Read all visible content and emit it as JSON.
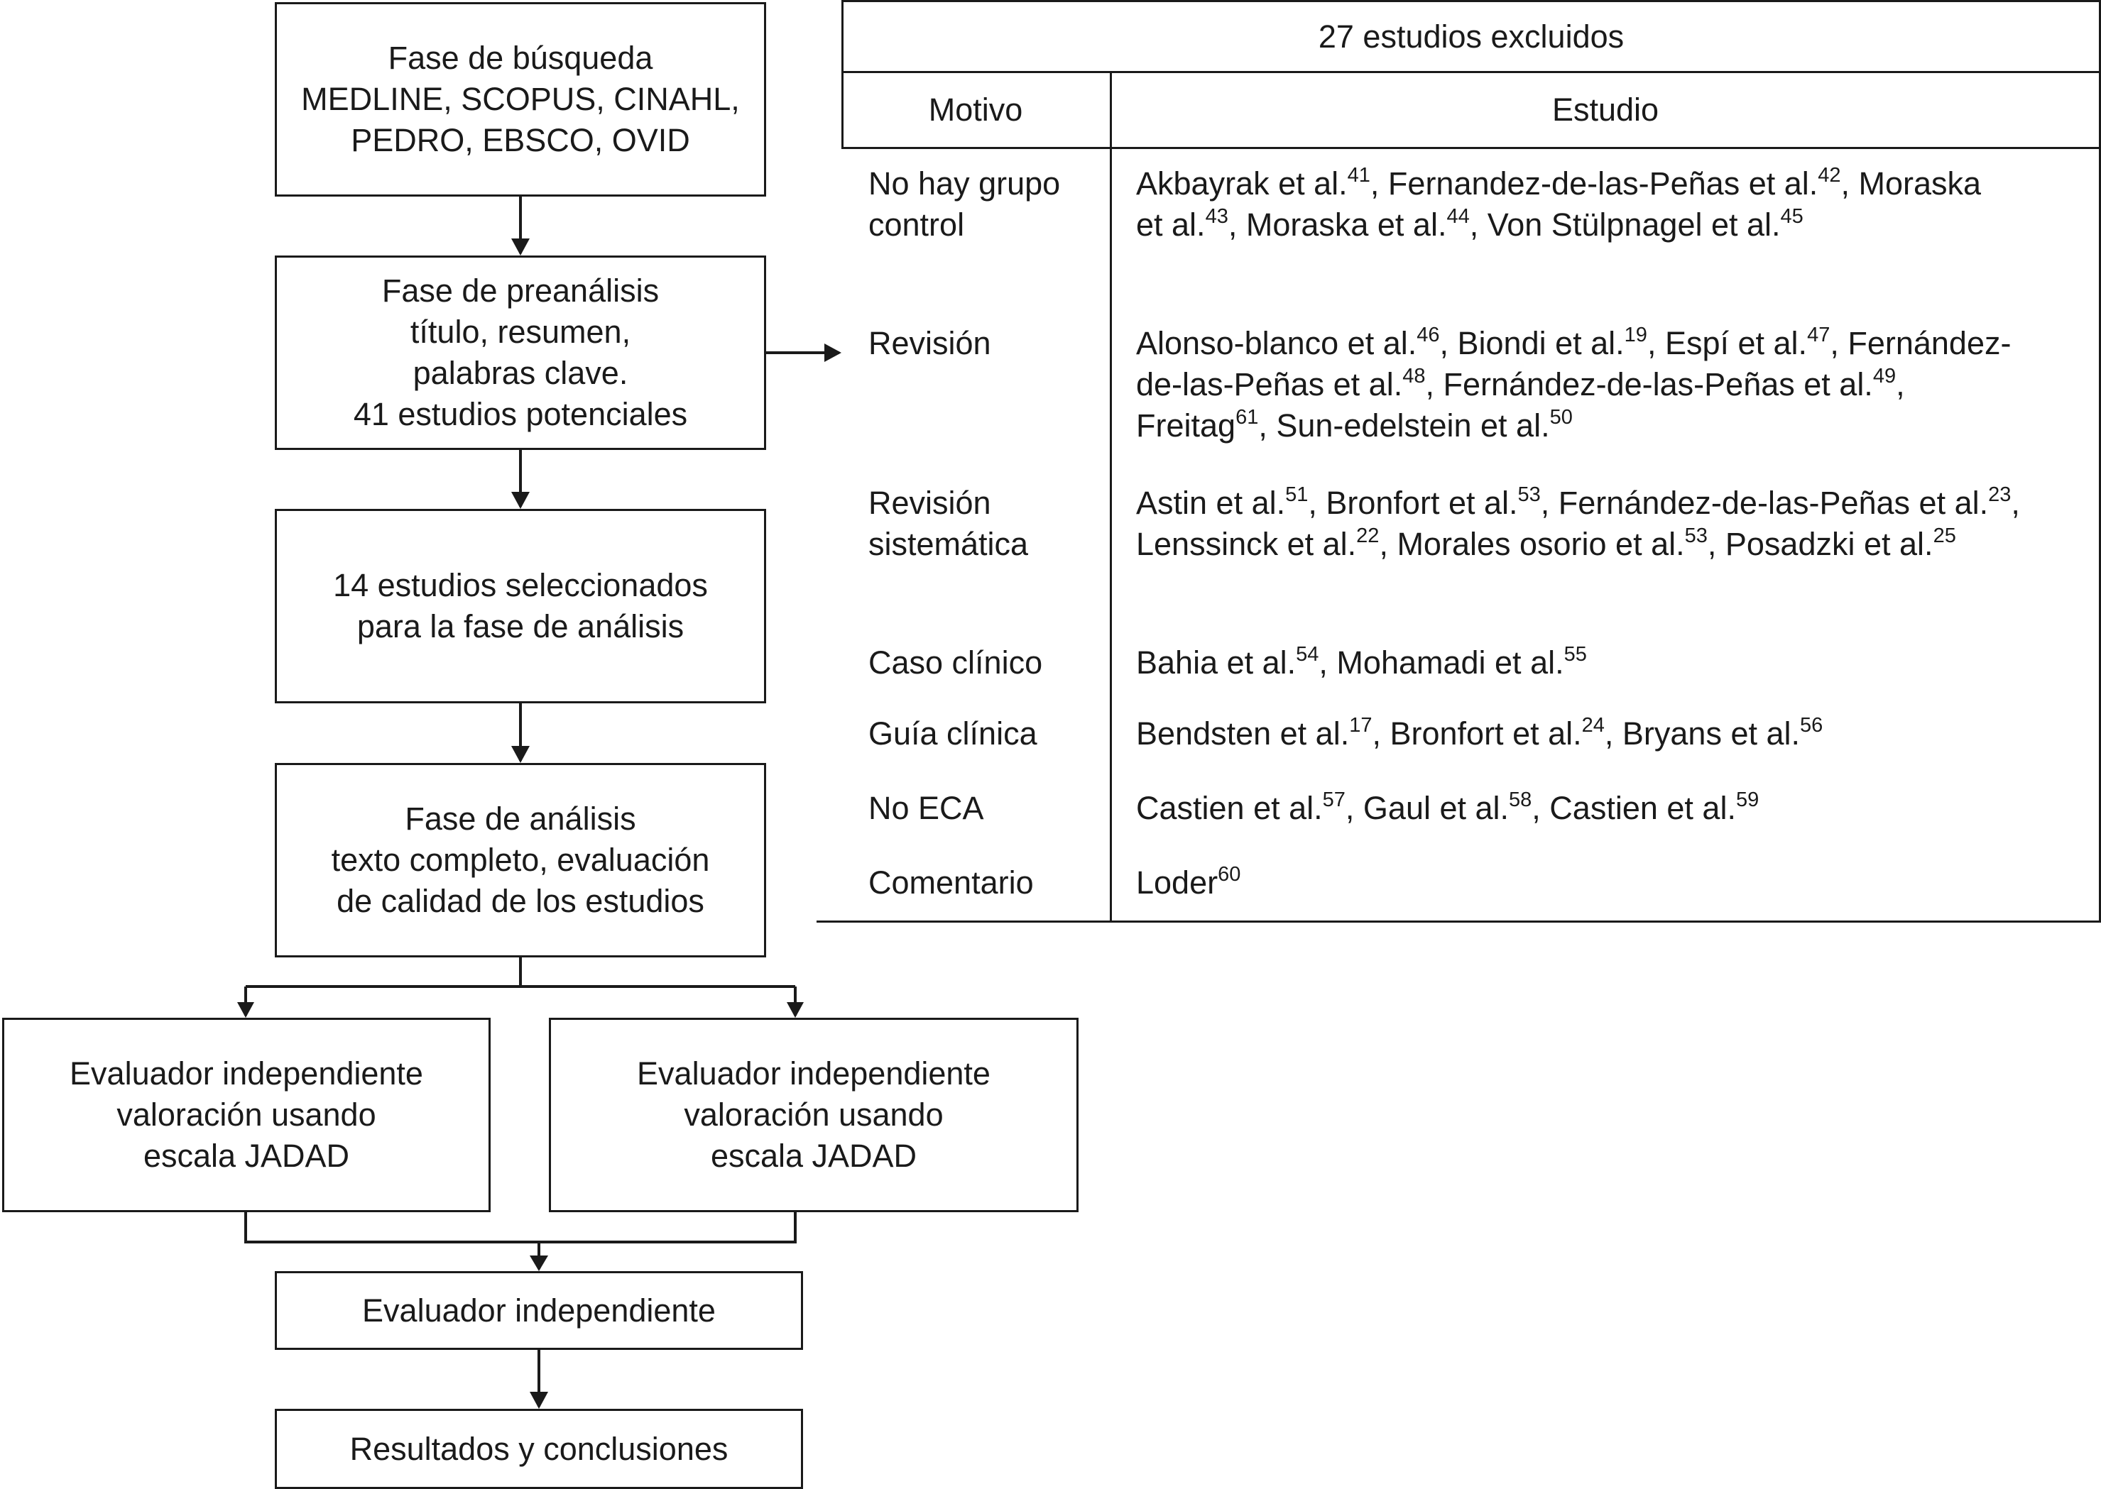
{
  "flow": {
    "search": [
      "Fase de búsqueda",
      "MEDLINE, SCOPUS, CINAHL,",
      "PEDRO, EBSCO, OVID"
    ],
    "prescreen": [
      "Fase de preanálisis",
      "título, resumen,",
      "palabras clave.",
      "41 estudios potenciales"
    ],
    "selected": [
      "14 estudios seleccionados",
      "para la fase de análisis"
    ],
    "analysis": [
      "Fase de análisis",
      "texto completo, evaluación",
      "de calidad de los estudios"
    ],
    "evaluator_left": [
      "Evaluador independiente",
      "valoración usando",
      "escala JADAD"
    ],
    "evaluator_right": [
      "Evaluador independiente",
      "valoración usando",
      "escala JADAD"
    ],
    "evaluator_final": [
      "Evaluador independiente"
    ],
    "results": [
      "Resultados y conclusiones"
    ]
  },
  "excluded": {
    "title": "27 estudios excluidos",
    "col_motivo": "Motivo",
    "col_estudio": "Estudio",
    "rows": [
      {
        "motivo": [
          "No hay grupo",
          "control"
        ],
        "estudio": [
          [
            [
              "Akbayrak et al.",
              "41"
            ],
            [
              ", Fernandez-de-las-Peñas et al.",
              "42"
            ],
            [
              ", Moraska",
              ""
            ]
          ],
          [
            [
              "et al.",
              "43"
            ],
            [
              ", Moraska et al.",
              "44"
            ],
            [
              ", Von Stülpnagel et al.",
              "45"
            ]
          ]
        ]
      },
      {
        "motivo": [
          "Revisión"
        ],
        "estudio": [
          [
            [
              "Alonso-blanco et al.",
              "46"
            ],
            [
              ", Biondi et al.",
              "19"
            ],
            [
              ", Espí et al.",
              "47"
            ],
            [
              ", Fernández-",
              ""
            ]
          ],
          [
            [
              "de-las-Peñas et al.",
              "48"
            ],
            [
              ", Fernández-de-las-Peñas et al.",
              "49"
            ],
            [
              ",",
              ""
            ]
          ],
          [
            [
              "Freitag",
              "61"
            ],
            [
              ", Sun-edelstein et al.",
              "50"
            ]
          ]
        ]
      },
      {
        "motivo": [
          "Revisión",
          "sistemática"
        ],
        "estudio": [
          [
            [
              "Astin et al.",
              "51"
            ],
            [
              ", Bronfort et al.",
              "53"
            ],
            [
              ", Fernández-de-las-Peñas et al.",
              "23"
            ],
            [
              ",",
              ""
            ]
          ],
          [
            [
              "Lenssinck et al.",
              "22"
            ],
            [
              ", Morales osorio et al.",
              "53"
            ],
            [
              ", Posadzki et al.",
              "25"
            ]
          ]
        ]
      },
      {
        "motivo": [
          "Caso clínico"
        ],
        "estudio": [
          [
            [
              "Bahia et al.",
              "54"
            ],
            [
              ", Mohamadi et al.",
              "55"
            ]
          ]
        ]
      },
      {
        "motivo": [
          "Guía clínica"
        ],
        "estudio": [
          [
            [
              "Bendsten et al.",
              "17"
            ],
            [
              ", Bronfort et al.",
              "24"
            ],
            [
              ", Bryans et al.",
              "56"
            ]
          ]
        ]
      },
      {
        "motivo": [
          "No ECA"
        ],
        "estudio": [
          [
            [
              "Castien et al.",
              "57"
            ],
            [
              ", Gaul et al.",
              "58"
            ],
            [
              ", Castien et al.",
              "59"
            ]
          ]
        ]
      },
      {
        "motivo": [
          "Comentario"
        ],
        "estudio": [
          [
            [
              "Loder",
              "60"
            ]
          ]
        ]
      }
    ]
  }
}
